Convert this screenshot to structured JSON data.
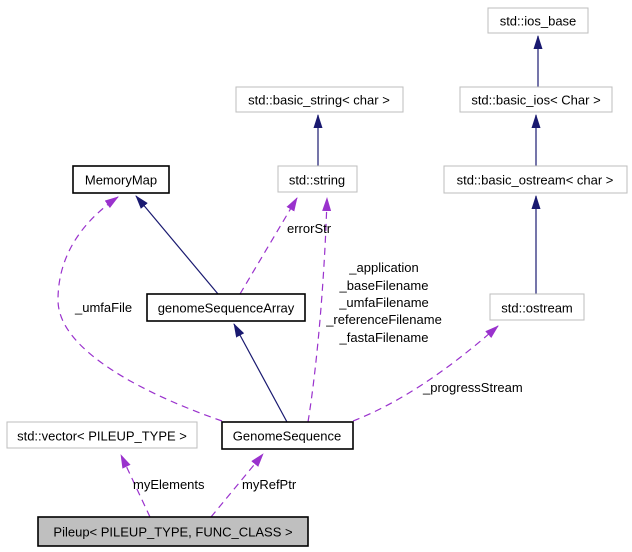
{
  "diagram_type": "doxygen-collaboration-diagram",
  "colors": {
    "edge-inheritance": "#191970",
    "edge-usage": "#9a32cd",
    "node-border": "#bdbdbd",
    "class-border": "#000000",
    "node-fill": "#ffffff",
    "current-fill": "#bfbfbf",
    "text": "#000000",
    "background": "#ffffff"
  },
  "nodes": {
    "ios_base": {
      "label": "std::ios_base",
      "kind": "external"
    },
    "basic_ios": {
      "label": "std::basic_ios< Char >",
      "kind": "external"
    },
    "basic_ostream": {
      "label": "std::basic_ostream< char >",
      "kind": "external"
    },
    "ostream": {
      "label": "std::ostream",
      "kind": "external"
    },
    "basic_string": {
      "label": "std::basic_string< char >",
      "kind": "external"
    },
    "string": {
      "label": "std::string",
      "kind": "external"
    },
    "memory_map": {
      "label": "MemoryMap",
      "kind": "documented-class"
    },
    "genome_sequence_array": {
      "label": "genomeSequenceArray",
      "kind": "documented-class"
    },
    "vector": {
      "label": "std::vector< PILEUP_TYPE >",
      "kind": "external"
    },
    "genome_sequence": {
      "label": "GenomeSequence",
      "kind": "documented-class"
    },
    "pileup": {
      "label": "Pileup< PILEUP_TYPE, FUNC_CLASS >",
      "kind": "current-class"
    }
  },
  "edges": {
    "basic_ios_to_ios_base": {
      "from": "basic_ios",
      "to": "ios_base",
      "style": "inheritance"
    },
    "basic_ostream_to_basic_ios": {
      "from": "basic_ostream",
      "to": "basic_ios",
      "style": "inheritance"
    },
    "ostream_to_basic_ostream": {
      "from": "ostream",
      "to": "basic_ostream",
      "style": "inheritance"
    },
    "string_to_basic_string": {
      "from": "string",
      "to": "basic_string",
      "style": "inheritance"
    },
    "gsa_to_memory_map": {
      "from": "genome_sequence_array",
      "to": "memory_map",
      "style": "inheritance"
    },
    "gs_to_gsa": {
      "from": "genome_sequence",
      "to": "genome_sequence_array",
      "style": "inheritance"
    },
    "error_str": {
      "from": "genome_sequence_array",
      "to": "string",
      "style": "usage",
      "label": "errorStr"
    },
    "genome_fields": {
      "from": "genome_sequence",
      "to": "string",
      "style": "usage",
      "lines": [
        "_application",
        "_baseFilename",
        "_umfaFilename",
        "_referenceFilename",
        "_fastaFilename"
      ]
    },
    "umfa_file": {
      "from": "genome_sequence",
      "to": "memory_map",
      "style": "usage",
      "label": "_umfaFile"
    },
    "progress_stream": {
      "from": "genome_sequence",
      "to": "ostream",
      "style": "usage",
      "label": "_progressStream"
    },
    "my_elements": {
      "from": "pileup",
      "to": "vector",
      "style": "usage",
      "label": "myElements"
    },
    "my_ref_ptr": {
      "from": "pileup",
      "to": "genome_sequence",
      "style": "usage",
      "label": "myRefPtr"
    }
  }
}
